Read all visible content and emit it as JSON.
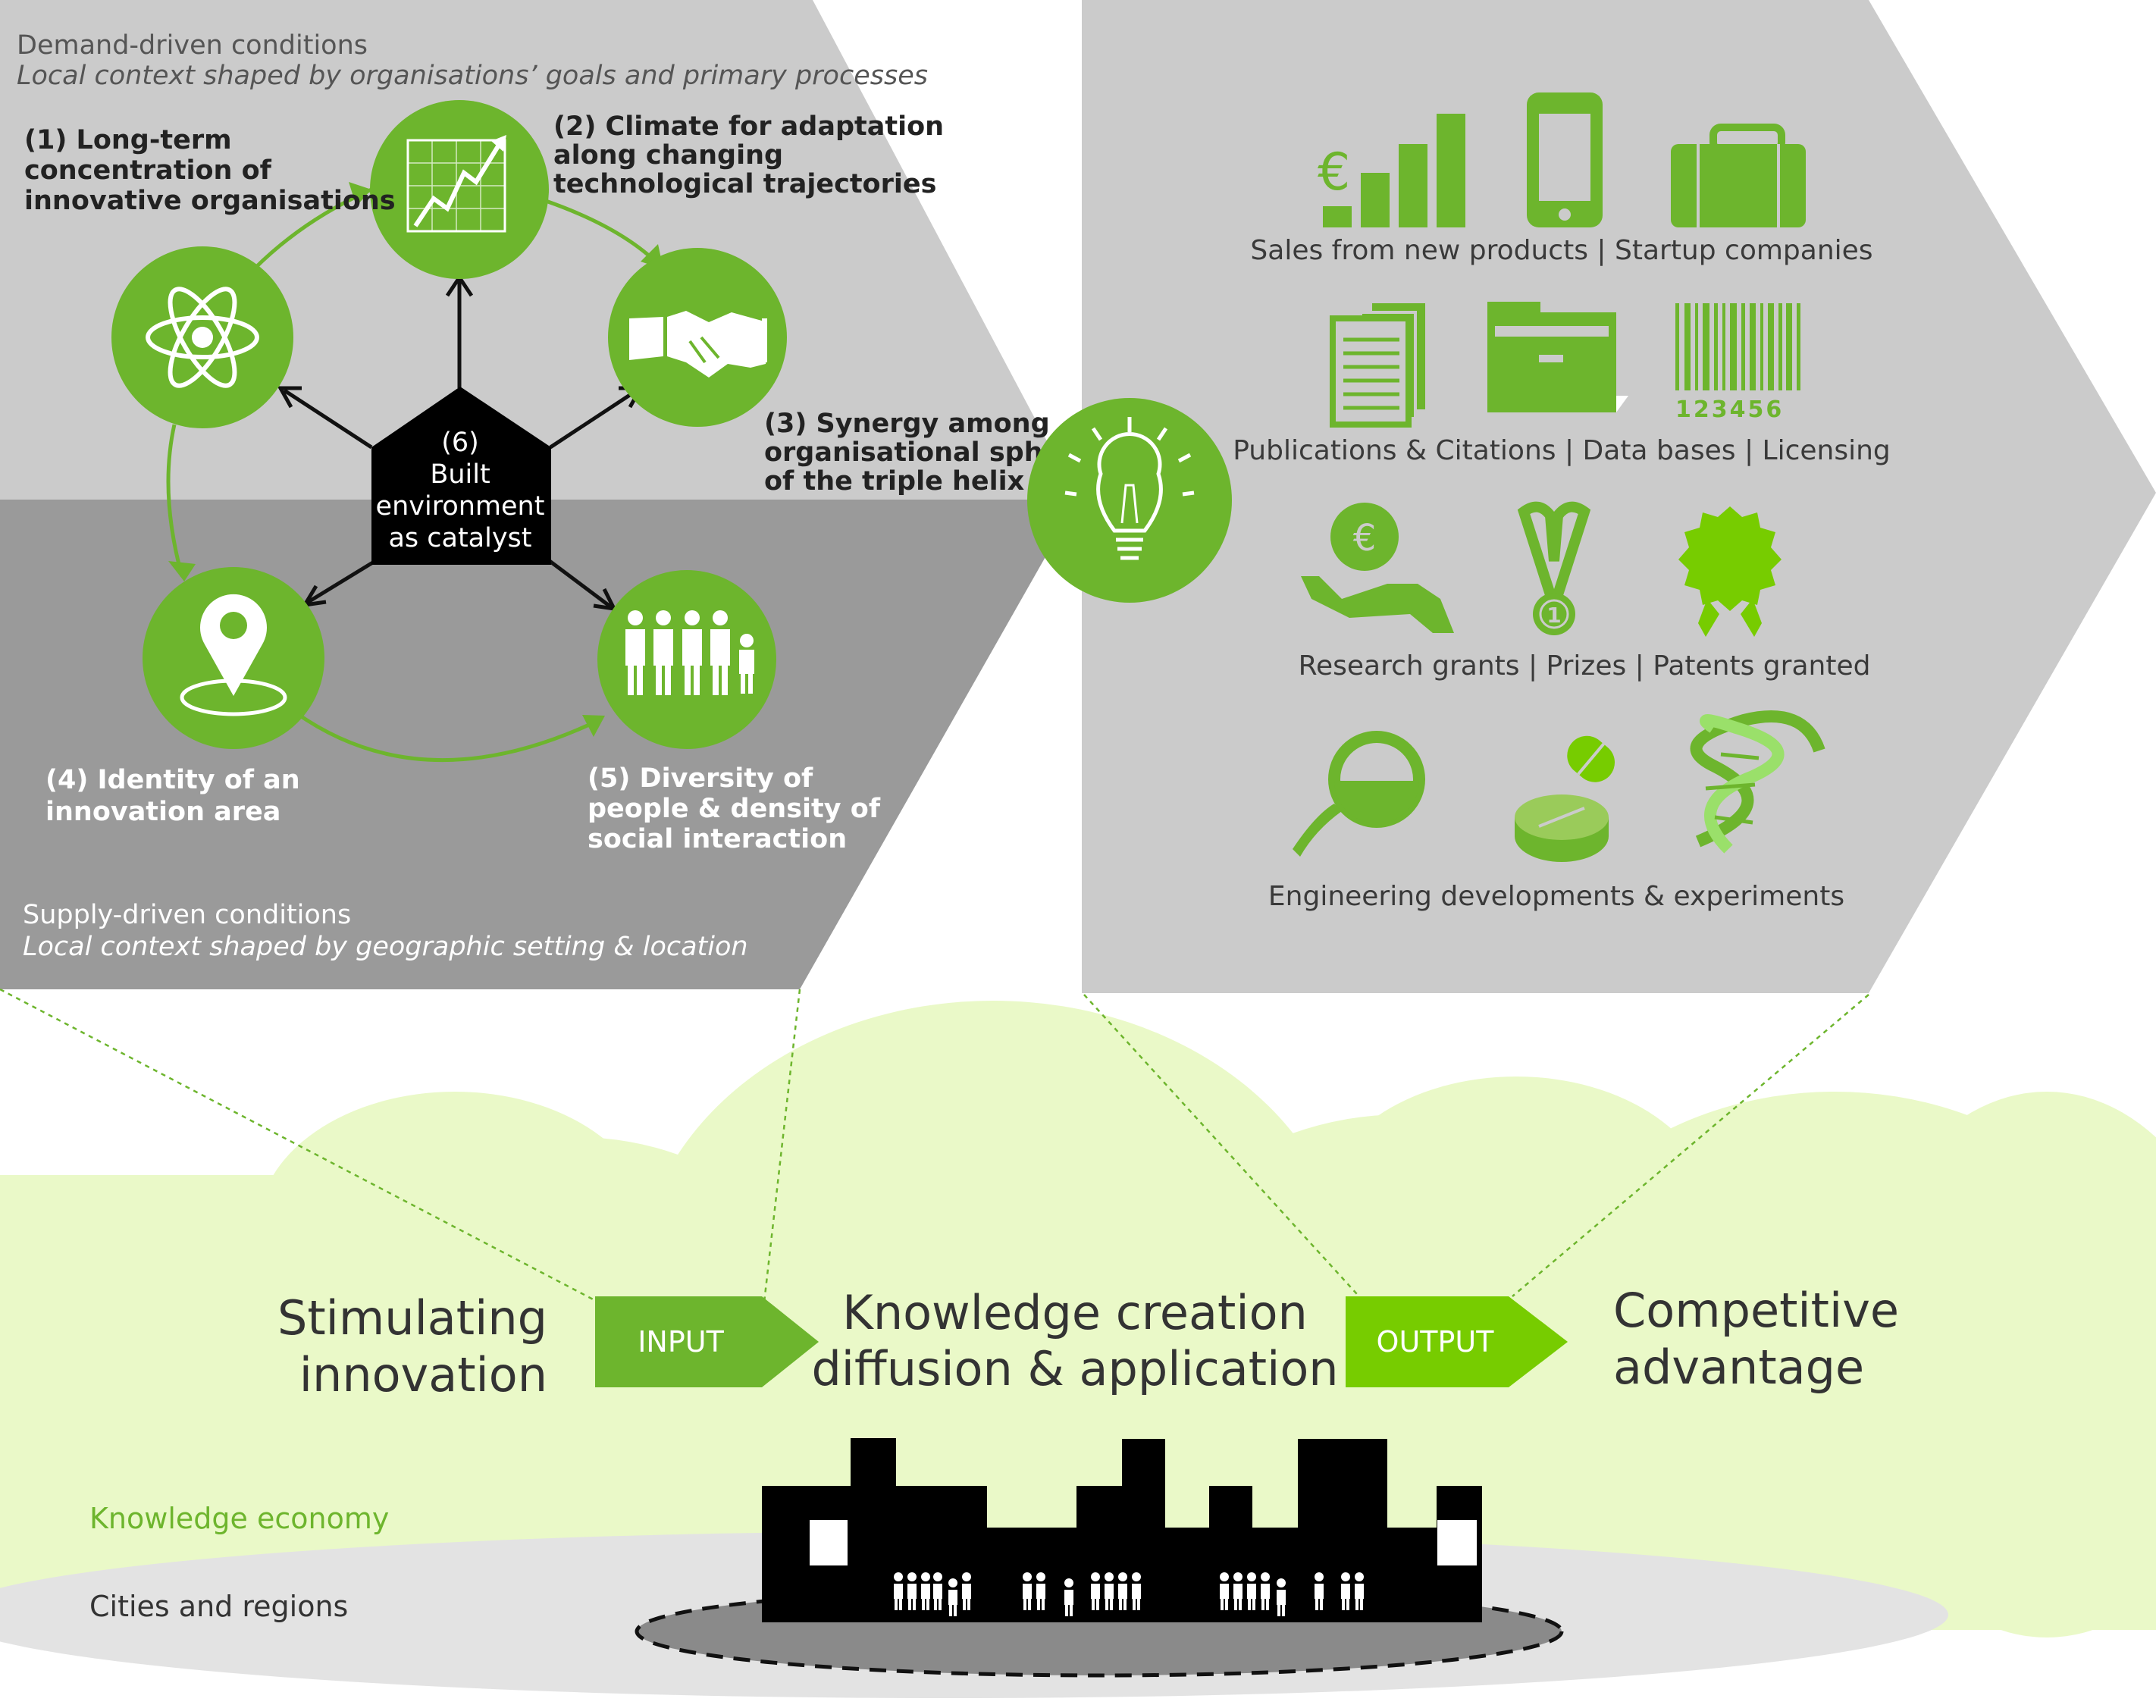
{
  "demand_conditions": {
    "title": "Demand-driven conditions",
    "subtitle": "Local context shaped by organisations’ goals and primary processes"
  },
  "supply_conditions": {
    "title": "Supply-driven conditions",
    "subtitle": "Local context shaped by geographic setting  & location"
  },
  "factors": {
    "f1": [
      "(1) Long-term",
      "concentration of",
      "innovative organisations"
    ],
    "f2": [
      "(2) Climate for adaptation",
      "along changing",
      "technological trajectories"
    ],
    "f3": [
      "(3) Synergy among",
      "organisational spheres",
      "of the triple helix"
    ],
    "f4": [
      "(4) Identity of an",
      "innovation area"
    ],
    "f5": [
      "(5) Diversity of",
      "people & density of",
      "social interaction"
    ],
    "f6": [
      "(6)",
      "Built",
      "environment",
      "as catalyst"
    ]
  },
  "outputs": {
    "row1": "Sales from new products | Startup companies",
    "row2": "Publications & Citations | Data bases | Licensing",
    "row3": "Research grants | Prizes |  Patents granted",
    "row4": "Engineering developments & experiments",
    "euro_symbol": "€",
    "barcode_digits": "123456",
    "medal_number": "1"
  },
  "flow": {
    "stimulating": [
      "Stimulating",
      "innovation"
    ],
    "input": "INPUT",
    "knowledge": [
      "Knowledge creation",
      "diffusion & application"
    ],
    "output": "OUTPUT",
    "competitive": [
      "Competitive",
      "advantage"
    ]
  },
  "knowledge_economy": "Knowledge economy",
  "cities_regions": "Cities and regions",
  "colors": {
    "green": "#6db52d",
    "bright_green": "#77cc00",
    "light_gray": "#cbcbcb",
    "mid_gray": "#9a9a9a",
    "cloud": "#eaf9c8"
  }
}
